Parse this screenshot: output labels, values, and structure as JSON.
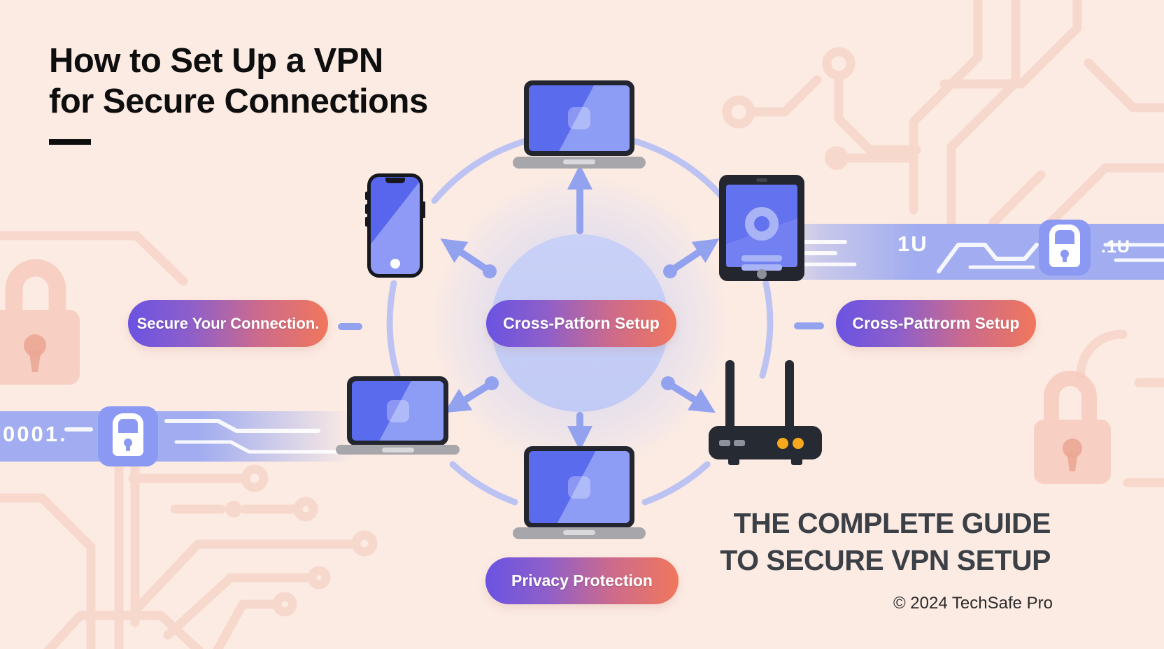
{
  "title": {
    "line1": "How to Set Up a VPN",
    "line2": "for Secure Connections"
  },
  "hub": {
    "label": "Cross-Patforn Setup"
  },
  "side_labels": {
    "left": "Secure Your Connection.",
    "right": "Cross-Pattrorm Setup",
    "bottom": "Privacy Protection"
  },
  "devices": {
    "top": "laptop",
    "upper_left": "smartphone",
    "upper_right": "tablet",
    "lower_left": "laptop",
    "lower_right": "wifi-router",
    "bottom": "laptop"
  },
  "banners": {
    "left": {
      "code": "0001.",
      "icon": "lock-icon"
    },
    "right": {
      "code": "1U",
      "code_right": ".1U",
      "icon": "lock-icon"
    }
  },
  "footer": {
    "heading_line1": "THE COMPLETE GUIDE",
    "heading_line2": "TO SECURE VPN SETUP",
    "copyright": "© 2024 TechSafe Pro"
  },
  "colors": {
    "background": "#fcebe3",
    "pill_gradient_start": "#6a53e2",
    "pill_gradient_end": "#f1775c",
    "banner_blue": "#a1adf0",
    "badge_blue": "#8b99f2",
    "arrow_periwinkle": "#93a2ee",
    "arc_periwinkle": "#b5bff4",
    "hub_circle": "#c5cdf6",
    "device_screen_blue": "#5a6bee",
    "device_frame_dark": "#23262e",
    "laptop_base_gray": "#a7a7ab",
    "circuit_salmon": "#f2bfae",
    "router_led_yellow": "#f8a81c",
    "title_black": "#0e0e0e",
    "footer_gray": "#3b3f46"
  }
}
